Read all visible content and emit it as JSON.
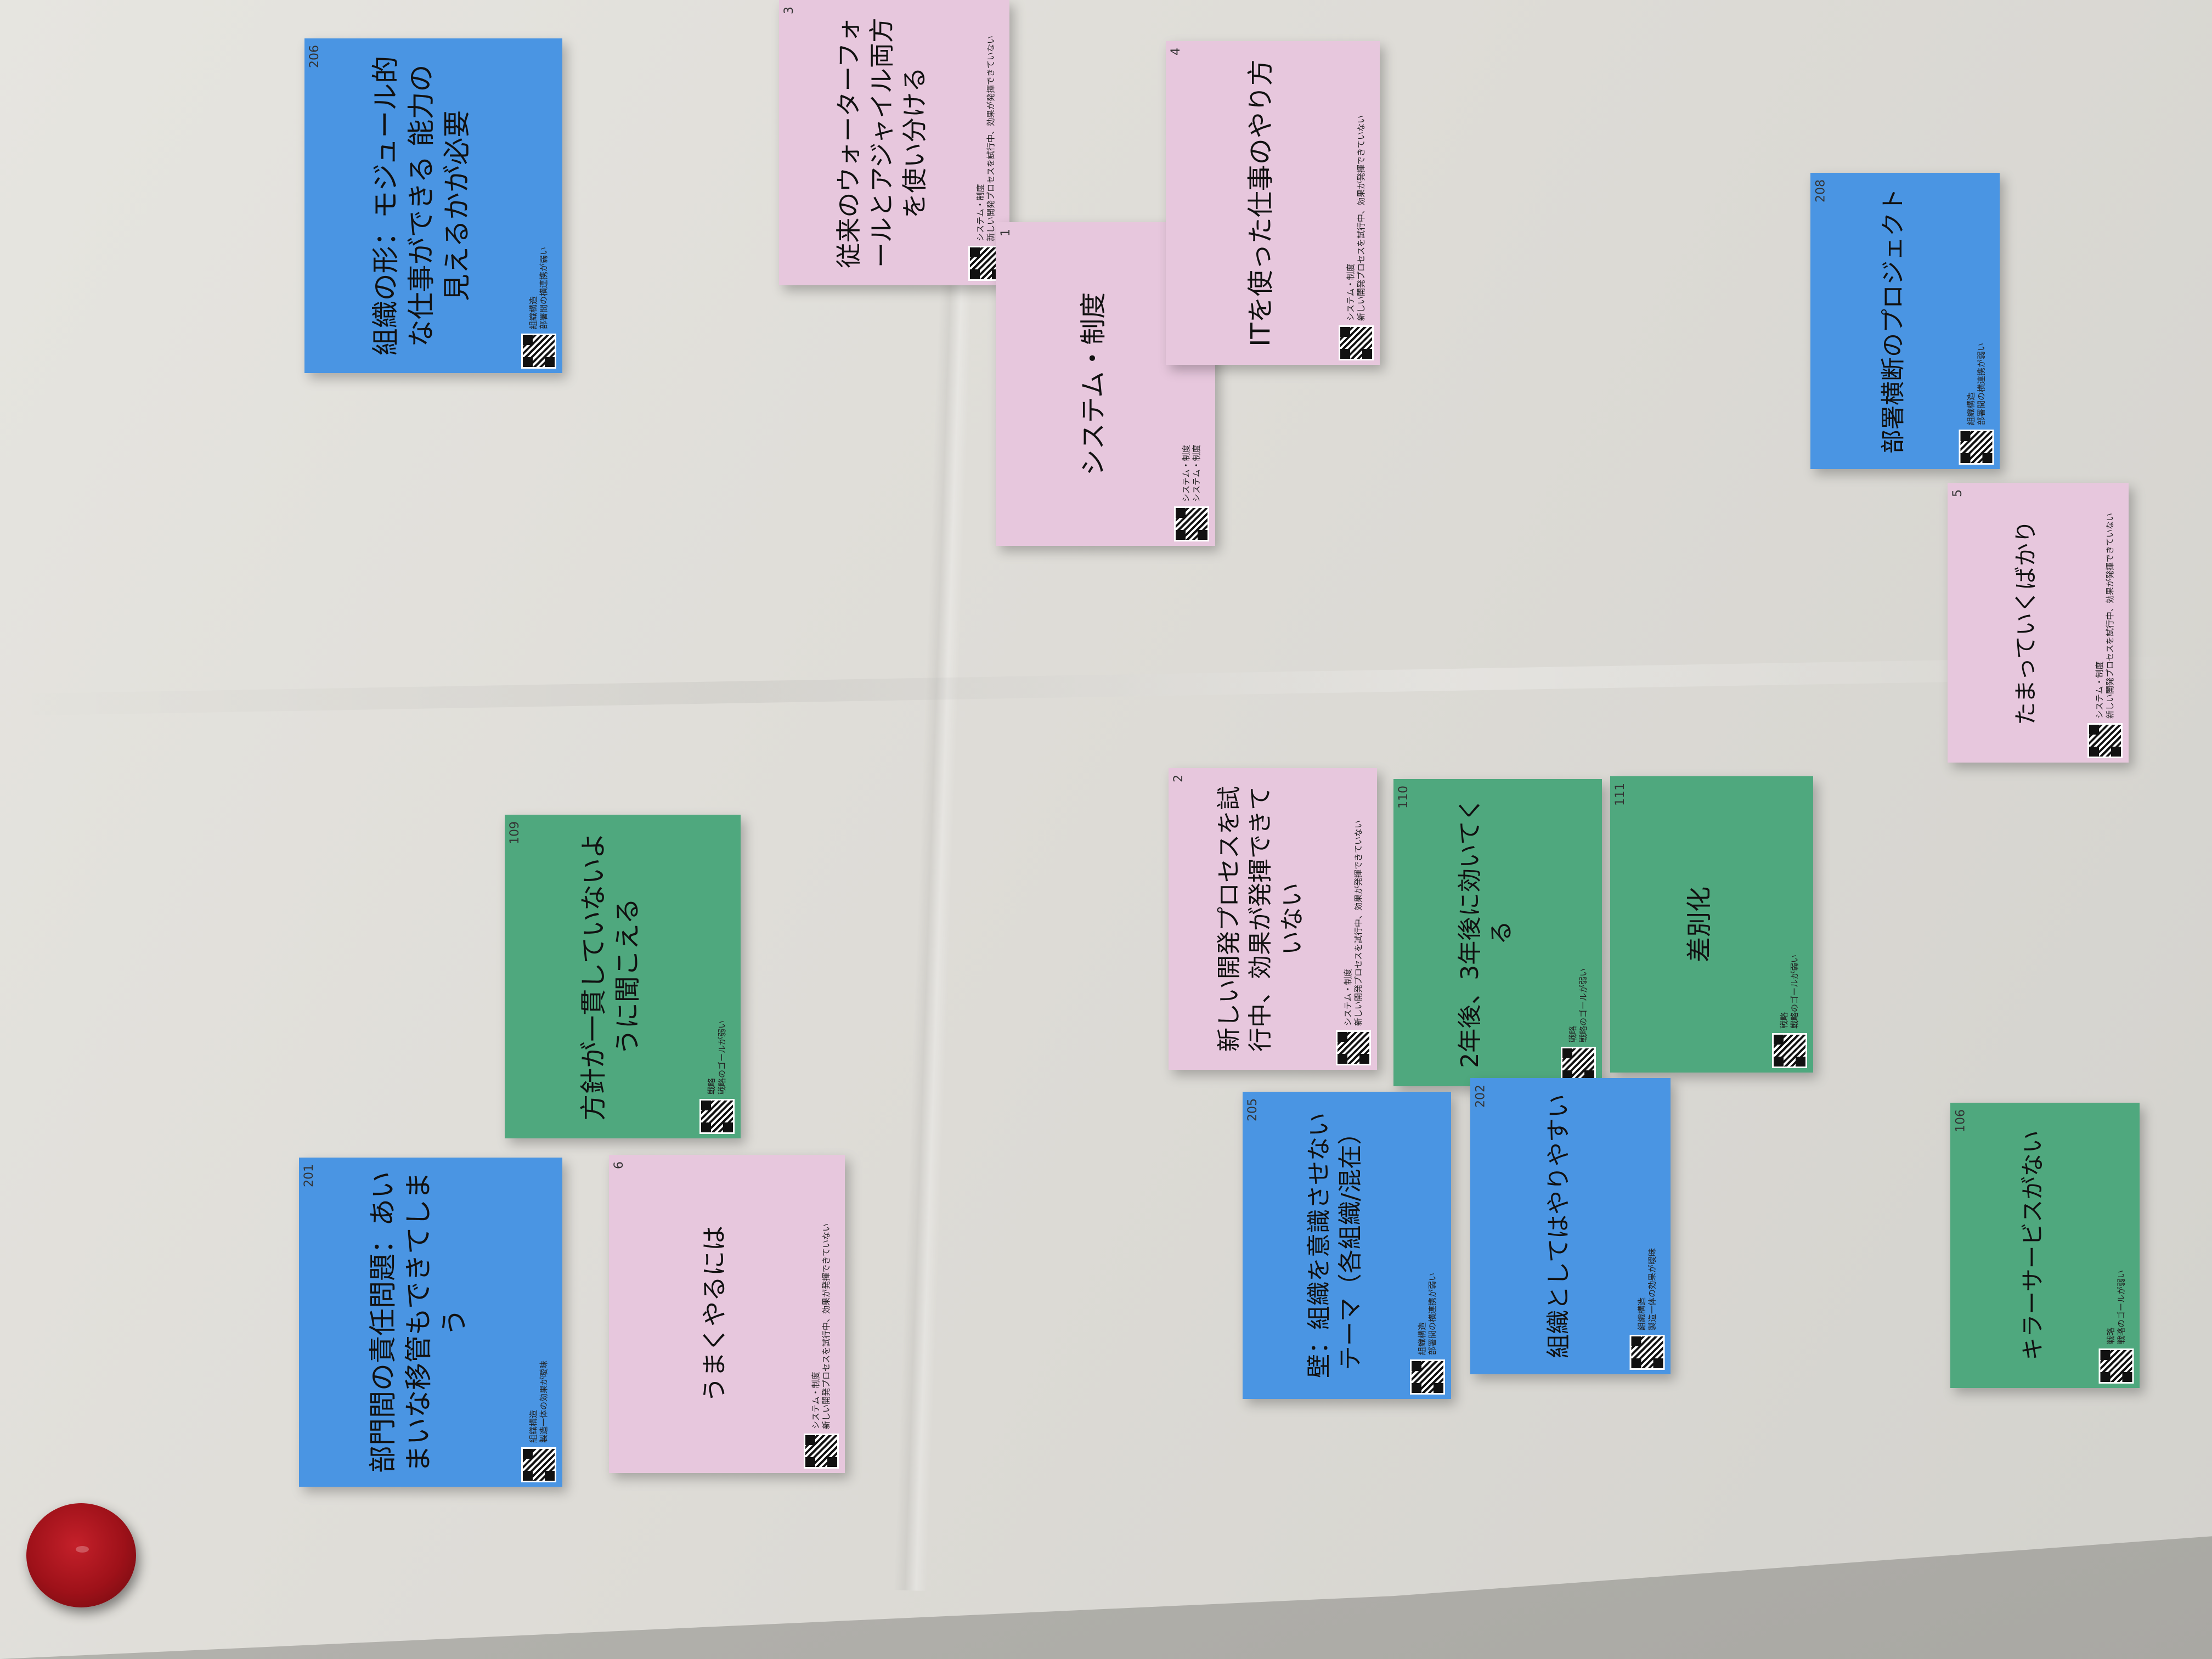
{
  "notes": [
    {
      "key": "n206",
      "color": "blue",
      "id": "206",
      "category": "組織構造",
      "subcategory": "部署間の横連携が弱い",
      "text": "組織の形：モジュール的な仕事ができる 能力の見えるかが必要"
    },
    {
      "key": "n3",
      "color": "pink",
      "id": "3",
      "category": "システム・制度",
      "subcategory": "新しい開発プロセスを試行中、効果が発揮できていない",
      "text": "従来のウォーターフォールとアジャイル両方を使い分ける"
    },
    {
      "key": "n1",
      "color": "pink",
      "id": "1",
      "category": "システム・制度",
      "subcategory": "システム・制度",
      "text": "システム・制度"
    },
    {
      "key": "n4",
      "color": "pink",
      "id": "4",
      "category": "システム・制度",
      "subcategory": "新しい開発プロセスを試行中、効果が発揮できていない",
      "text": "ITを使った仕事のやり方"
    },
    {
      "key": "n208",
      "color": "blue",
      "id": "208",
      "category": "組織構造",
      "subcategory": "部署間の横連携が弱い",
      "text": "部署横断のプロジェクト"
    },
    {
      "key": "n5",
      "color": "pink",
      "id": "5",
      "category": "システム・制度",
      "subcategory": "新しい開発プロセスを試行中、効果が発揮できていない",
      "text": "たまっていくばかり"
    },
    {
      "key": "n109",
      "color": "green",
      "id": "109",
      "category": "戦略",
      "subcategory": "戦略のゴールが弱い",
      "text": "方針が一貫していないように聞こえる"
    },
    {
      "key": "n2",
      "color": "pink",
      "id": "2",
      "category": "システム・制度",
      "subcategory": "新しい開発プロセスを試行中、効果が発揮できていない",
      "text": "新しい開発プロセスを試行中、効果が発揮できていない"
    },
    {
      "key": "n110",
      "color": "green",
      "id": "110",
      "category": "戦略",
      "subcategory": "戦略のゴールが弱い",
      "text": "2年後、3年後に効いてくる"
    },
    {
      "key": "n111",
      "color": "green",
      "id": "111",
      "category": "戦略",
      "subcategory": "戦略のゴールが弱い",
      "text": "差別化"
    },
    {
      "key": "n201",
      "color": "blue",
      "id": "201",
      "category": "組織構造",
      "subcategory": "製造一体の効果が曖昧",
      "text": "部門間の責任問題：あいまいな移管もできてしまう"
    },
    {
      "key": "n6",
      "color": "pink",
      "id": "6",
      "category": "システム・制度",
      "subcategory": "新しい開発プロセスを試行中、効果が発揮できていない",
      "text": "うまくやるには"
    },
    {
      "key": "n205",
      "color": "blue",
      "id": "205",
      "category": "組織構造",
      "subcategory": "部署間の横連携が弱い",
      "text": "壁：組織を意識させないテーマ（各組織/混在）"
    },
    {
      "key": "n202",
      "color": "blue",
      "id": "202",
      "category": "組織構造",
      "subcategory": "製造一体の効果が曖昧",
      "text": "組織としてはやりやすい"
    },
    {
      "key": "n106",
      "color": "green",
      "id": "106",
      "category": "戦略",
      "subcategory": "戦略のゴールが弱い",
      "text": "キラーサービスがない"
    }
  ]
}
